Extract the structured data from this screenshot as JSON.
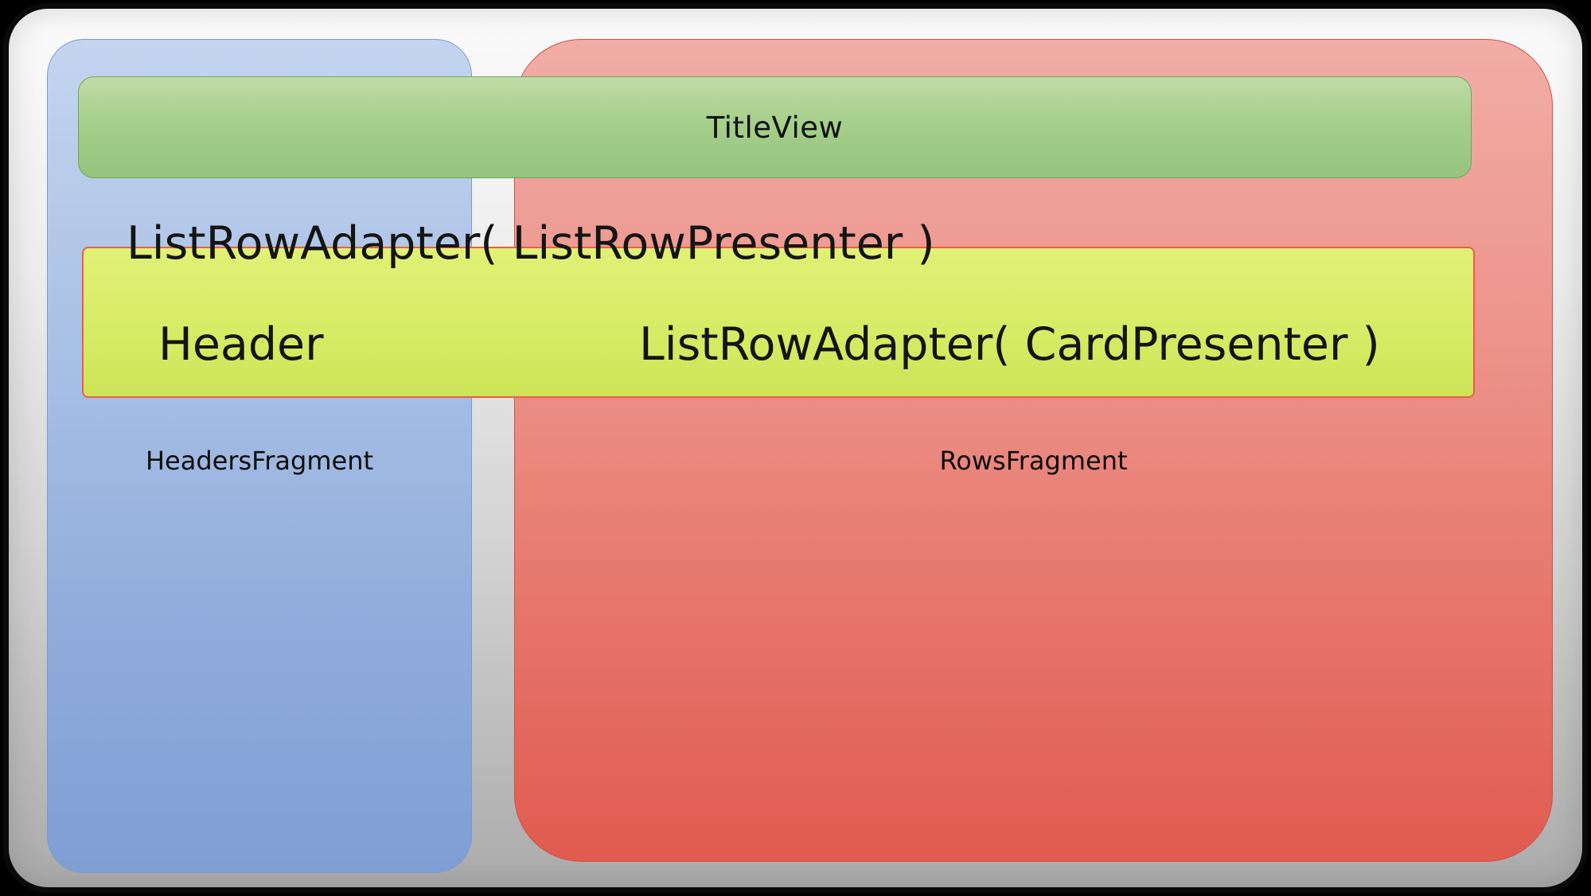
{
  "diagram": {
    "title_view": {
      "label": "TitleView"
    },
    "headers_fragment": {
      "label": "HeadersFragment"
    },
    "rows_fragment": {
      "label": "RowsFragment"
    },
    "list_row_adapter_caption": {
      "label": "ListRowAdapter( ListRowPresenter )"
    },
    "list_row": {
      "header_label": "Header",
      "card_adapter_label": "ListRowAdapter( CardPresenter )"
    },
    "colors": {
      "background": "#000000",
      "panel_top": "#fbfbfb",
      "panel_bottom": "#ababab",
      "headers_fragment_top": "#c3d5ef",
      "headers_fragment_bottom": "#7f9ed4",
      "rows_fragment_top": "#f1ada6",
      "rows_fragment_bottom": "#e15b4f",
      "title_view_top": "#bedca7",
      "title_view_bottom": "#93c47d",
      "list_row_fill": "#d7ec66",
      "list_row_border": "#f2594b",
      "text": "#141414"
    }
  }
}
